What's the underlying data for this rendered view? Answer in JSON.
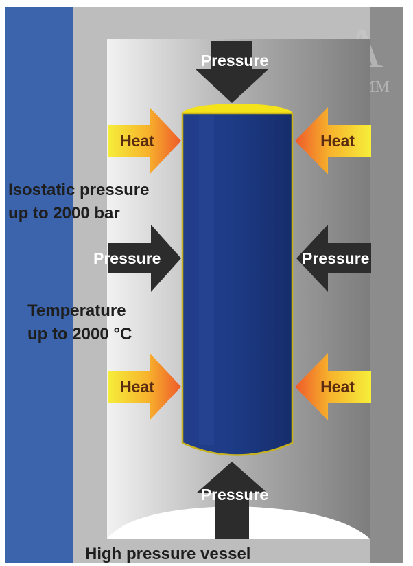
{
  "labels": {
    "pressure_top": "Pressure",
    "pressure_left": "Pressure",
    "pressure_right": "Pressure",
    "pressure_bottom": "Pressure",
    "heat_top_left": "Heat",
    "heat_top_right": "Heat",
    "heat_bottom_left": "Heat",
    "heat_bottom_right": "Heat",
    "isostatic_line1": "Isostatic pressure",
    "isostatic_line2": "up to 2000 bar",
    "temperature_line1": "Temperature",
    "temperature_line2": "up to 2000 °C",
    "vessel_caption": "High pressure vessel"
  },
  "watermark": {
    "line1": "A",
    "line2": "COMM"
  },
  "colors": {
    "blue_band": "#3b64ac",
    "cylinder": "#1d3b86",
    "cylinder_outline": "#c8b21a",
    "cap": "#f4e21a",
    "pressure_arrow": "#2c2c2c",
    "heat_arrow_start": "#f6ee3a",
    "heat_arrow_end": "#ee5a2a"
  }
}
